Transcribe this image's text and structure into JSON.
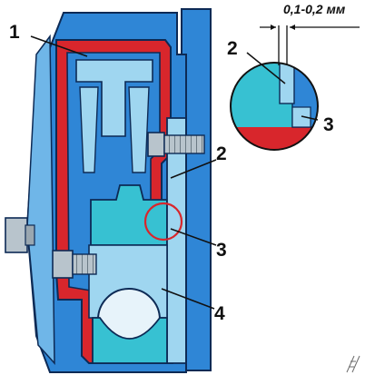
{
  "figure": {
    "dimension_label": "0,1-0,2 мм",
    "callouts": {
      "main_1": "1",
      "main_2": "2",
      "main_3": "3",
      "main_4": "4",
      "inset_2": "2",
      "inset_3": "3"
    }
  },
  "colors": {
    "blue_housing": "#2f86d6",
    "cyan_parts": "#37c1d2",
    "light_blue": "#9fd6f0",
    "red_seal": "#d8262c",
    "dark_outline": "#0d2a55",
    "grey_bolt": "#b8c4cc"
  },
  "icons": {
    "watermark": "ladder-stamp-icon"
  }
}
